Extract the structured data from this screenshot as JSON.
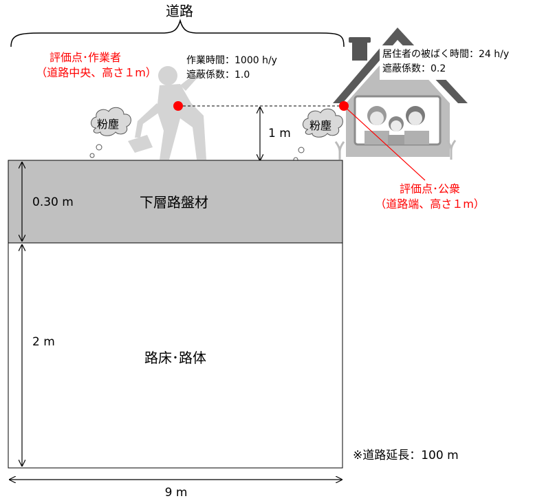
{
  "road_brace_label": "道路",
  "worker_point": {
    "title": "評価点･作業者",
    "subtitle": "（道路中央、高さ１m）",
    "work_time": "作業時間：1000 h/y",
    "shielding": "遮蔽係数：1.0"
  },
  "public_point": {
    "exposure_time": "居住者の被ばく時間：24 h/y",
    "shielding": "遮蔽係数：0.2",
    "title": "評価点･公衆",
    "subtitle": "（道路端、高さ１m）"
  },
  "dust_label_left": "粉塵",
  "dust_label_right": "粉塵",
  "height_label": "1 m",
  "layers": {
    "subbase_label": "下層路盤材",
    "subbase_thickness": "0.30 m",
    "subgrade_label": "路床･路体",
    "subgrade_thickness": "2 m"
  },
  "road_width": "9 m",
  "road_length_note": "※道路延長：100 m",
  "colors": {
    "subbase_fill": "#c0c0c0",
    "point_red": "#ff0000",
    "silhouette_gray": "#d4d4d4",
    "house_dark": "#6e6e6e"
  }
}
